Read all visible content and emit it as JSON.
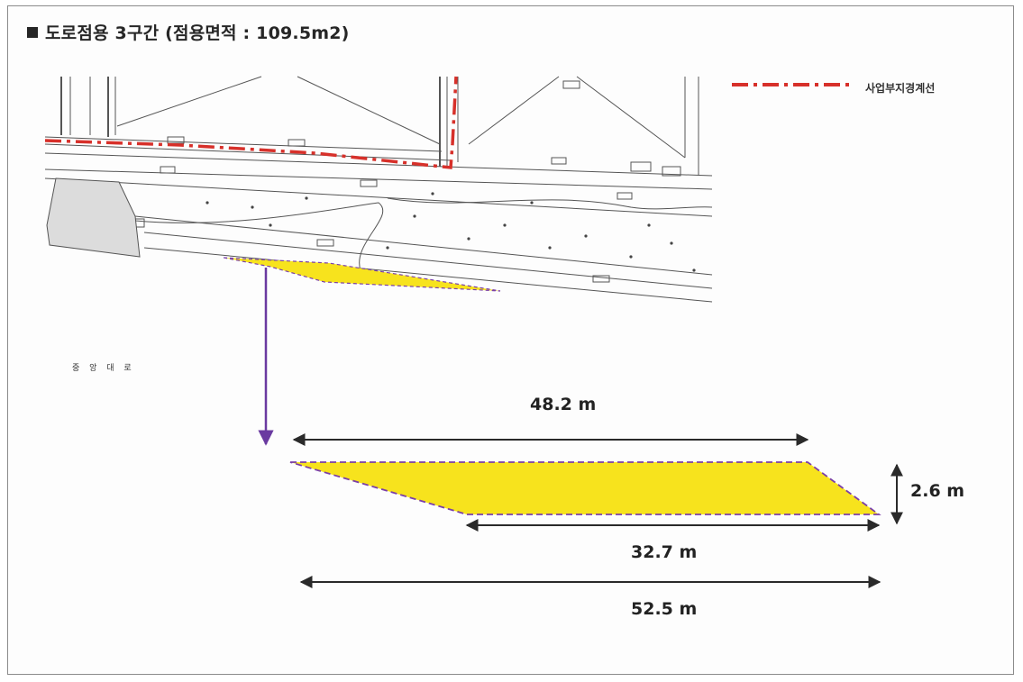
{
  "title": "도로점용 3구간 (점용면적 : 109.5m2)",
  "legend": {
    "label": "사업부지경계선",
    "line_color": "#d7302a"
  },
  "map_road_label": "중 앙 대 로",
  "colors": {
    "occupancy_fill": "#f7e31d",
    "occupancy_outline": "#7a3fa8",
    "pointer_arrow": "#6a3aa0",
    "dimension_line": "#2a2a2a",
    "map_line": "#555555",
    "building_fill": "#dcdcdc"
  },
  "dimensions": {
    "top_length": "48.2 m",
    "height": "2.6 m",
    "bottom_length": "32.7 m",
    "total_length": "52.5 m"
  }
}
